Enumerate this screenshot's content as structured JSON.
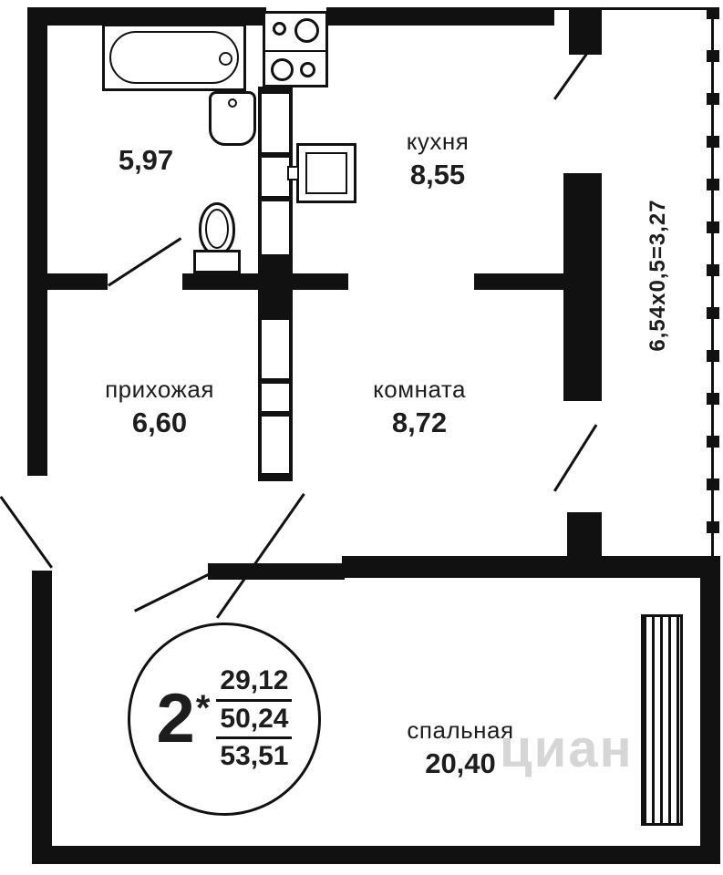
{
  "rooms": {
    "bathroom": {
      "area": "5,97"
    },
    "kitchen": {
      "name": "кухня",
      "area": "8,55"
    },
    "hallway": {
      "name": "прихожая",
      "area": "6,60"
    },
    "living_room": {
      "name": "комната",
      "area": "8,72"
    },
    "bedroom": {
      "name": "спальная",
      "area": "20,40"
    }
  },
  "balcony": {
    "dimension": "6,54x0,5=3,27"
  },
  "info_circle": {
    "rooms_count": "2",
    "star": "*",
    "area_line1": "29,12",
    "area_line2": "50,24",
    "area_line3": "53,51"
  },
  "watermark": "циан",
  "colors": {
    "wall": "#111111",
    "text": "#1d1d1d",
    "watermark": "#d6d6d6"
  }
}
